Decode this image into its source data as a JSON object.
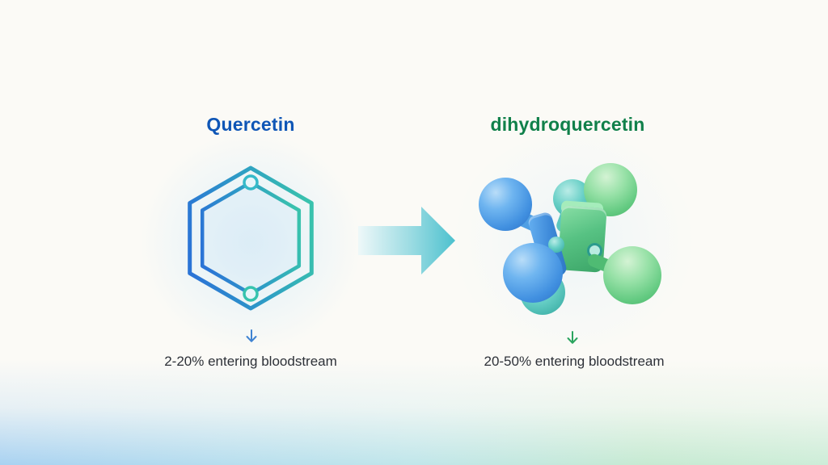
{
  "figure": {
    "type": "before-after comparison infographic",
    "left": {
      "title": "Quercetin",
      "title_color": "#0f56b6",
      "molecule_icon": "hexagon-outline-gradient",
      "hexagon_gradient": [
        "#2b74d6",
        "#39c2ad"
      ],
      "down_arrow_color": "#3f83d2",
      "caption": "2-20% entering bloodstream"
    },
    "right": {
      "title": "dihydroquercetin",
      "title_color": "#10804a",
      "molecule_icon": "3d-sphere-molecule",
      "sphere_colors": {
        "blue": "#4190e0",
        "green": "#63ca81",
        "teal": "#45bcb2"
      },
      "down_arrow_color": "#2aa45e",
      "caption": "20-50% entering bloodstream"
    },
    "transform_arrow": {
      "direction": "right",
      "gradient": [
        "#edf8f9",
        "#4cc1ce"
      ]
    },
    "background": {
      "base": "#fbfaf6",
      "bottom_gradient": [
        "#a9d2f1",
        "#c0e6ea",
        "#cdedd8"
      ]
    }
  }
}
